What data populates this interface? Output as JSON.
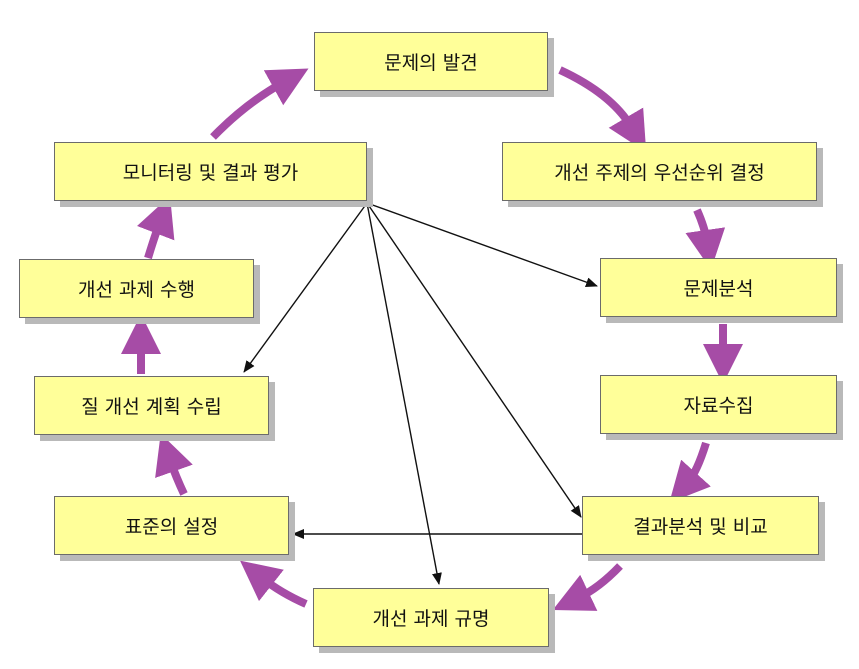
{
  "colors": {
    "box_fill": "#ffff99",
    "cycle_arrow": "#a64ca6",
    "line": "#111111"
  },
  "steps": {
    "s1": "문제의 발견",
    "s2": "개선 주제의 우선순위 결정",
    "s3": "문제분석",
    "s4": "자료수집",
    "s5": "결과분석 및 비교",
    "s6": "개선 과제 규명",
    "s7": "표준의 설정",
    "s8": "질 개선 계획 수립",
    "s9": "개선 과제 수행",
    "s10": "모니터링 및 결과 평가"
  }
}
